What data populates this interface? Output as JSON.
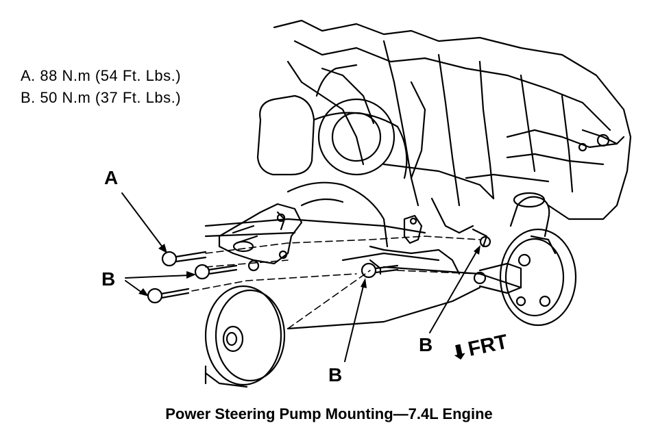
{
  "torque_specs": [
    {
      "text": "A.  88 N.m (54 Ft. Lbs.)"
    },
    {
      "text": "B.  50 N.m (37 Ft. Lbs.)"
    }
  ],
  "callouts": {
    "a": "A",
    "b_left": "B",
    "b_center": "B",
    "b_right": "B"
  },
  "direction": {
    "label": "FRT",
    "icon": "down-arrow-icon"
  },
  "caption": "Power Steering Pump Mounting—7.4L Engine",
  "colors": {
    "ink": "#000000",
    "paper": "#ffffff"
  }
}
